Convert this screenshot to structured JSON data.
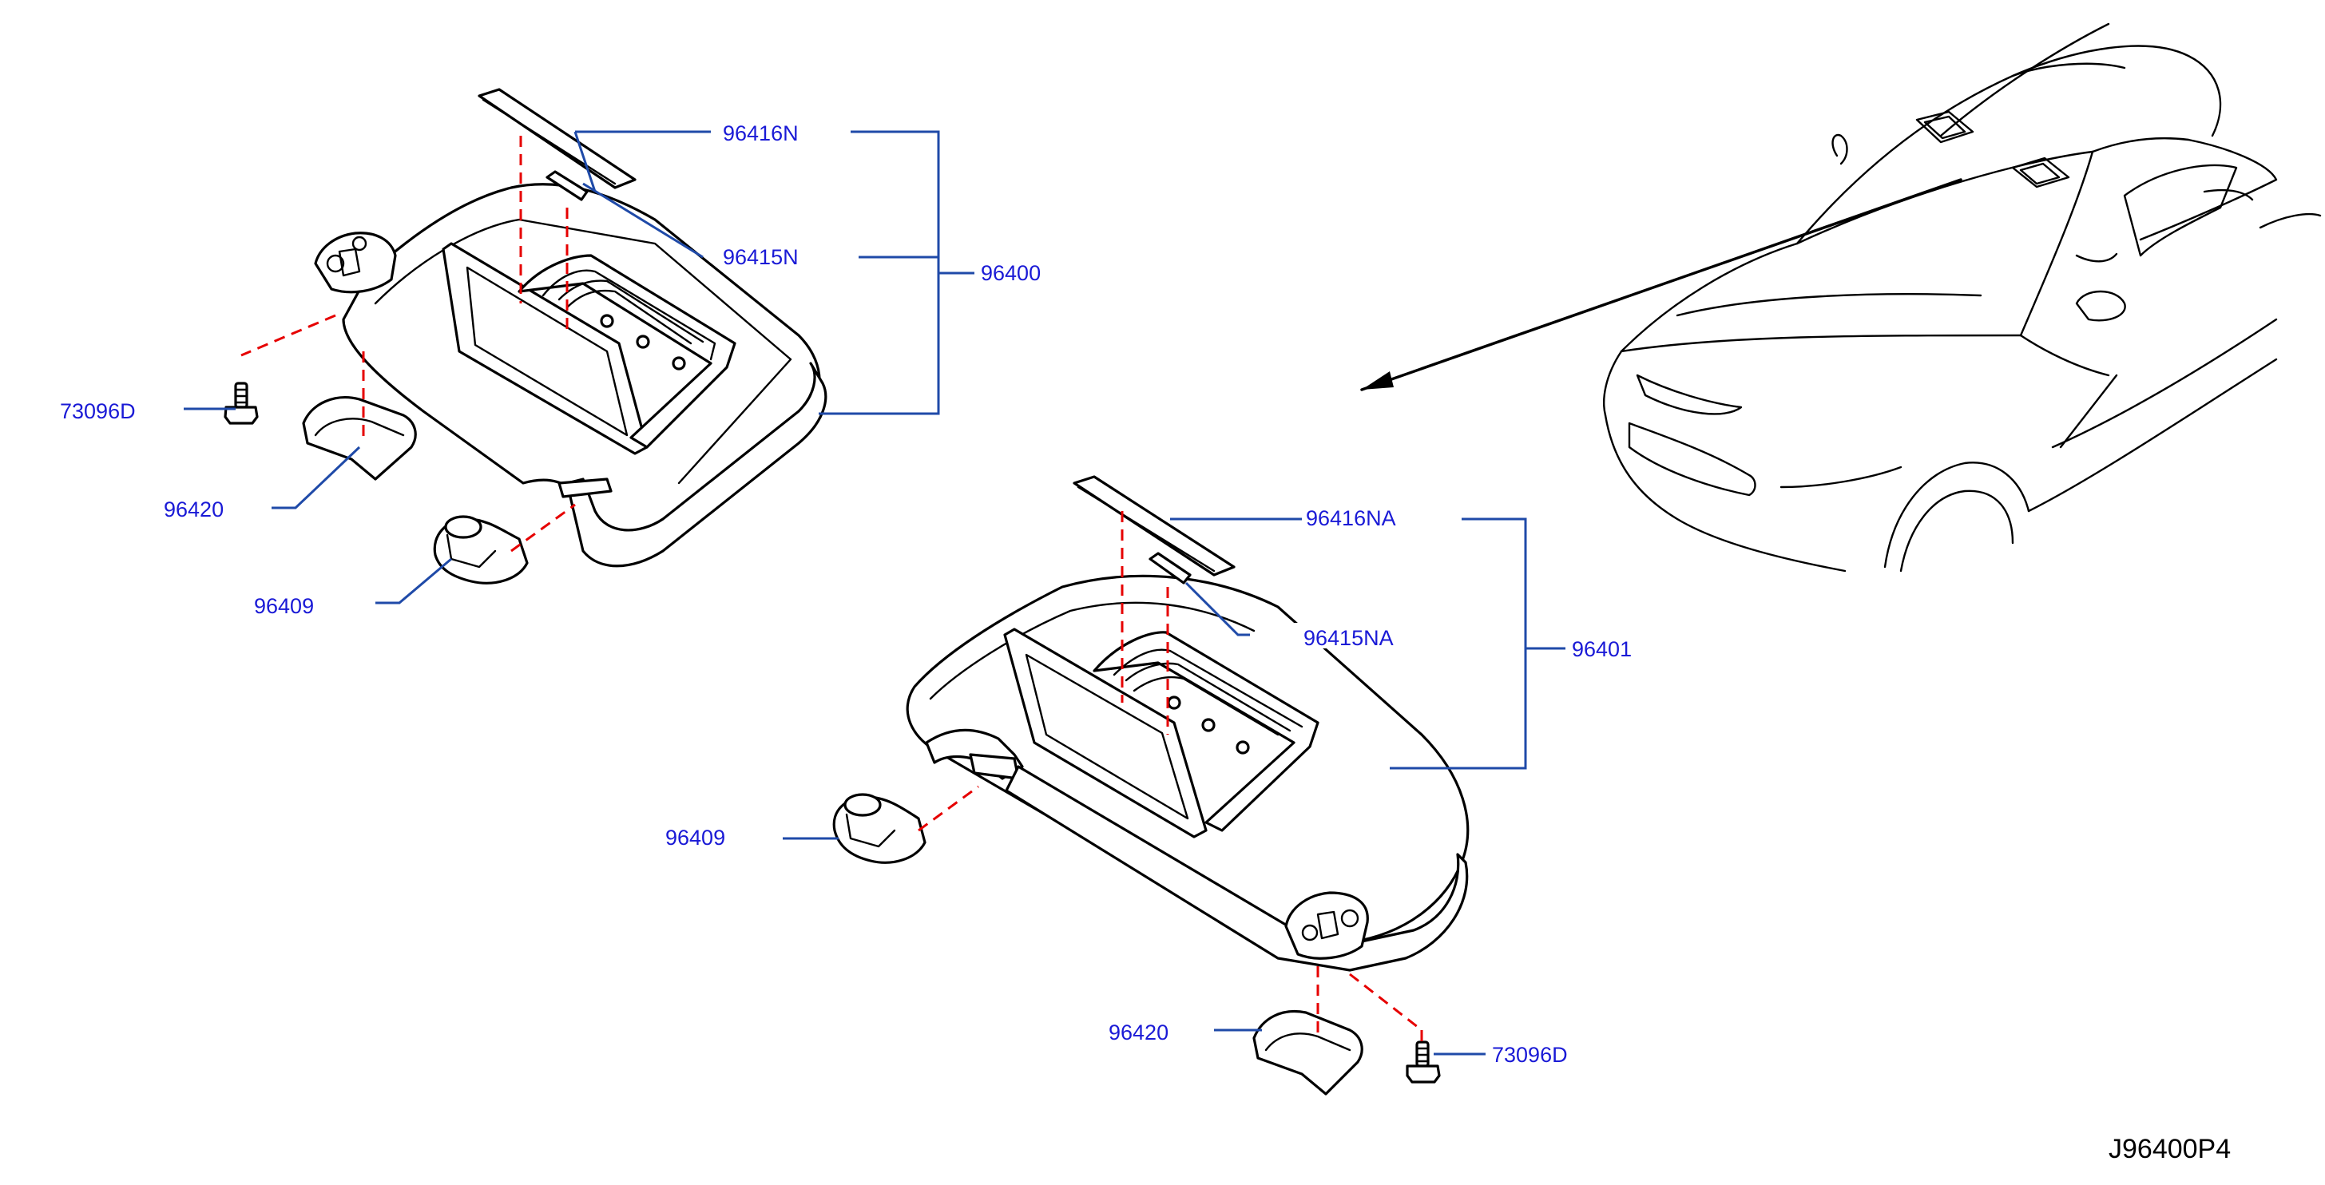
{
  "colors": {
    "label": "#1a1ad6",
    "leader": "#1f4aa8",
    "hidden_line": "#e60000",
    "outline": "#000000"
  },
  "labels": {
    "p96416N": "96416N",
    "p96415N": "96415N",
    "p96400": "96400",
    "p73096D_left": "73096D",
    "p96420_left": "96420",
    "p96409_left": "96409",
    "p96416NA": "96416NA",
    "p96415NA": "96415NA",
    "p96401": "96401",
    "p96409_right": "96409",
    "p96420_right": "96420",
    "p73096D_right": "73096D"
  },
  "diagram_code": "J96400P4"
}
